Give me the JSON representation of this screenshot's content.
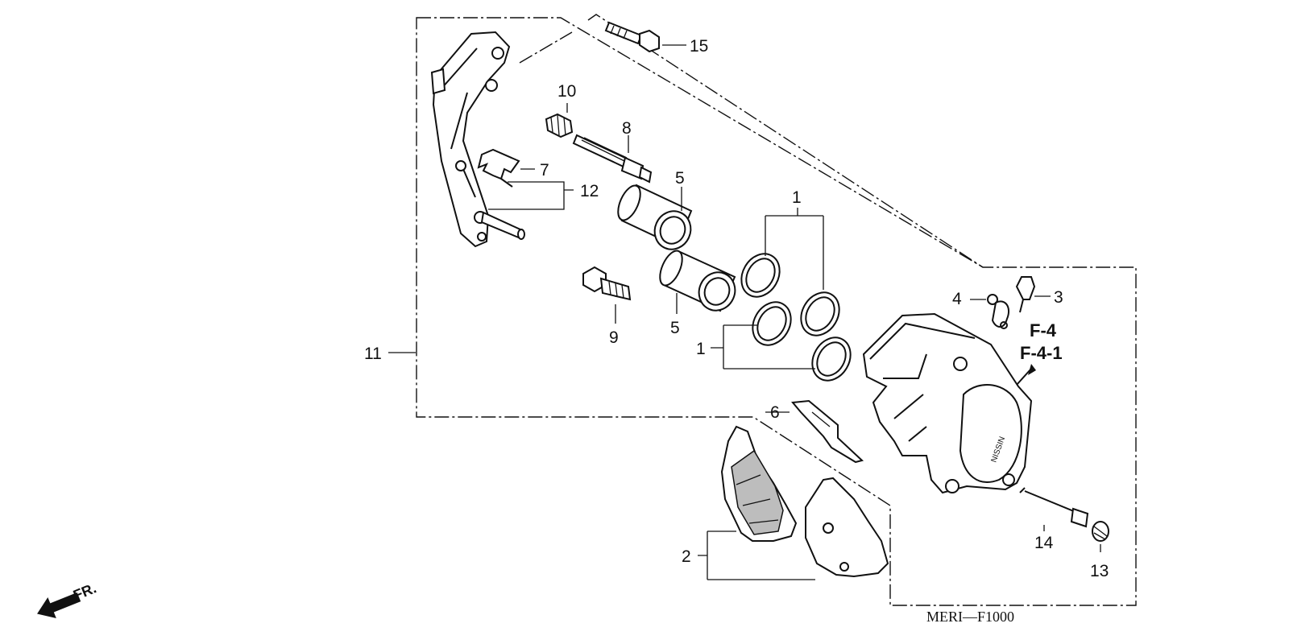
{
  "callouts": {
    "c1a": "1",
    "c1b": "1",
    "c2": "2",
    "c3": "3",
    "c4": "4",
    "c5a": "5",
    "c5b": "5",
    "c6": "6",
    "c7": "7",
    "c8": "8",
    "c9": "9",
    "c10": "10",
    "c11": "11",
    "c12": "12",
    "c13": "13",
    "c14": "14",
    "c15": "15"
  },
  "references": {
    "ref1": "F-4",
    "ref2": "F-4-1"
  },
  "direction": {
    "label": "FR."
  },
  "diagram_code": "MERI—F1000",
  "caliper_brand": "NISSIN",
  "colors": {
    "ink": "#111111",
    "background": "#ffffff",
    "pad_fill": "#bdbdbd"
  }
}
